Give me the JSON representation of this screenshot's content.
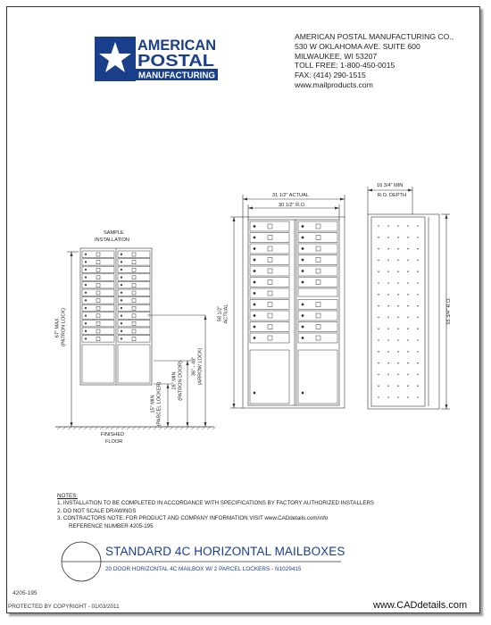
{
  "logo": {
    "line1": "AMERICAN",
    "line2": "POSTAL",
    "line3": "MANUFACTURING"
  },
  "company": {
    "name": "AMERICAN POSTAL MANUFACTURING CO.,",
    "address1": "530 W OKLAHOMA AVE. SUITE 600",
    "address2": "MILWAUKEE, WI 53207",
    "phone": "TOLL FREE: 1-800-450-0015",
    "fax": "FAX: (414) 290-1515",
    "web": "www.mailproducts.com"
  },
  "drawing": {
    "sample_label_1": "SAMPLE",
    "sample_label_2": "INSTALLATION",
    "dim_67_1": "67\" MAX.",
    "dim_67_2": "(PATRON LOCK)",
    "dim_28_1": "28\" MIN",
    "dim_28_2": "(PATRON DOOR)",
    "dim_36_1": "36\" - 48\"",
    "dim_36_2": "(ARROW LOCK)",
    "dim_15_1": "15\" MIN",
    "dim_15_2": "(PARCEL LOCKER)",
    "floor_1": "FINISHED",
    "floor_2": "FLOOR",
    "width_actual": "31 1/2\" ACTUAL",
    "width_ro": "30 1/2\" R.O.",
    "height_actual_1": "58 1/2\"",
    "height_actual_2": "ACTUAL",
    "depth_min": "16 3/4\" MIN",
    "depth_ro": "R.O. DEPTH",
    "height_ro": "55 3/4\" R.O."
  },
  "notes": {
    "header": "NOTES:",
    "n1": "1.  INSTALLATION TO BE COMPLETED IN ACCORDANCE WITH SPECIFICATIONS BY FACTORY AUTHORIZED INSTALLERS",
    "n2": "2.  DO NOT SCALE DRAWINGS",
    "n3": "3.  CONTRACTORS NOTE: FOR PRODUCT AND COMPANY INFORMATION VISIT www.CADdetails.com/info",
    "n3b": "REFERENCE NUMBER 4205-195"
  },
  "title_block": {
    "title": "STANDARD 4C HORIZONTAL MAILBOXES",
    "subtitle": "20 DOOR HORIZONTAL 4C MAILBOX W/ 2 PARCEL LOCKERS - N1029415"
  },
  "footer": {
    "ref": "4205-195",
    "copyright": "PROTECTED BY COPYRIGHT - 01/03/2011",
    "website": "www.CADdetails.com"
  },
  "colors": {
    "logo_blue": "#1a3f8a",
    "line": "#333333"
  }
}
